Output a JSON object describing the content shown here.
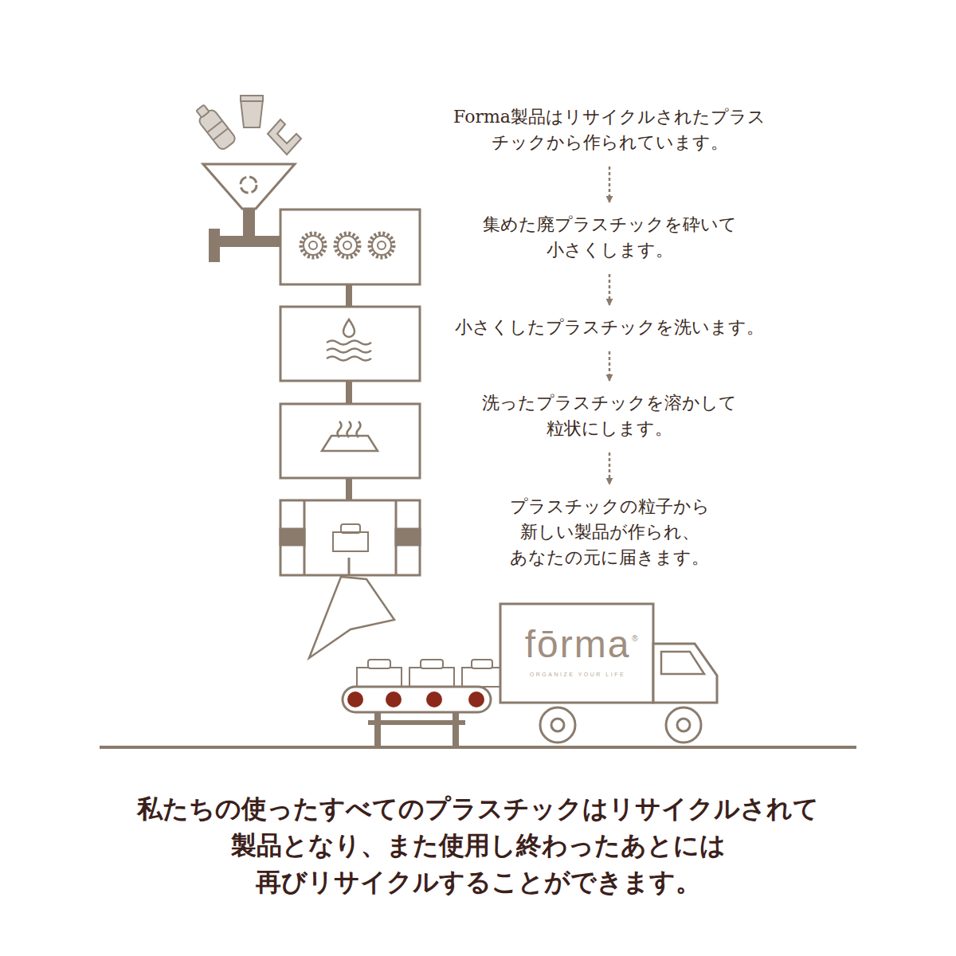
{
  "diagram": {
    "caption": "私たちの使ったすべてのプラスチックはリサイクルされて 製品となり、また使用し終わったあとには 再びリサイクルすることができます。",
    "nodes": [
      {
        "text": [
          "Forma製品はリサイクルされたプラス チックから作られています。"
        ]
      },
      {
        "text": [
          "集めた廃プラスチックを砕いて 小さくします。"
        ]
      },
      {
        "text": [
          "小さくしたプラスチックを洗います。"
        ]
      },
      {
        "text": [
          "洗ったプラスチックを溶かして 粒状にします。"
        ]
      },
      {
        "text": [
          "プラスチックの粒子から 新しい製品が作られ、 あなたの元に届きます。"
        ]
      }
    ],
    "edges": [
      {
        "from": 0,
        "to": 1,
        "arrow": "to"
      },
      {
        "from": 1,
        "to": 2,
        "arrow": "to"
      },
      {
        "from": 2,
        "to": 3,
        "arrow": "to"
      },
      {
        "from": 3,
        "to": 4,
        "arrow": "to"
      }
    ],
    "labels": [
      "fōrma",
      "®",
      "ORGANIZE YOUR LIFE"
    ]
  }
}
